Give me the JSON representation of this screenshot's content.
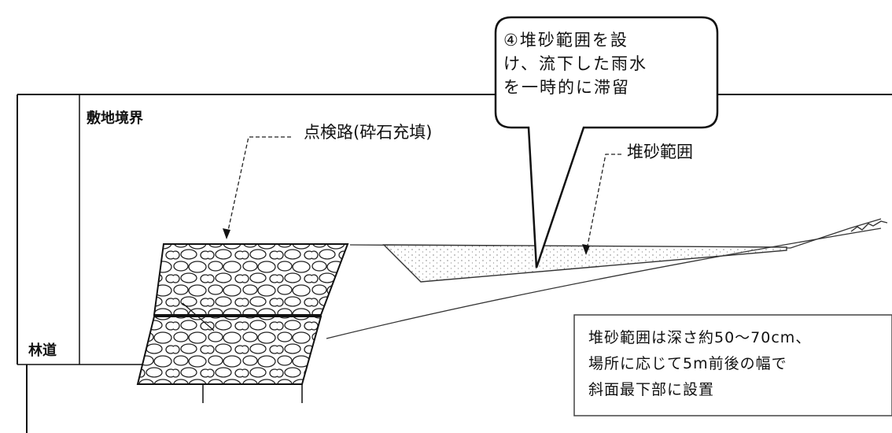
{
  "labels": {
    "boundary": "敷地境界",
    "inspection_path": "点検路(砕石充填)",
    "sand_area": "堆砂範囲",
    "forest_road": "林道"
  },
  "callout": {
    "line1": "④堆砂範囲を設",
    "line2": "け、流下した雨水",
    "line3": "を一時的に滞留"
  },
  "note": {
    "line1": "堆砂範囲は深さ約50～70cm、",
    "line2": "場所に応じて5m前後の幅で",
    "line3": "斜面最下部に設置"
  }
}
